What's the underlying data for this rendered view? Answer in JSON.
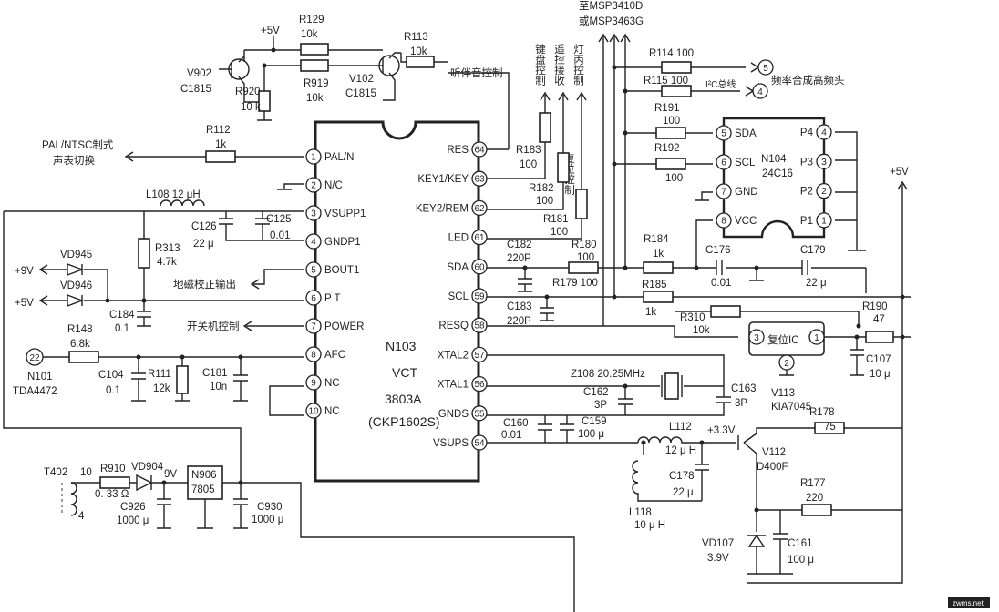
{
  "ic_main": {
    "ref": "N103",
    "line1": "VCT",
    "line2": "3803A",
    "line3": "(CKP1602S)",
    "left_pins": [
      {
        "num": "1",
        "name": "PAL/N"
      },
      {
        "num": "2",
        "name": "N/C"
      },
      {
        "num": "3",
        "name": "VSUPP1"
      },
      {
        "num": "4",
        "name": "GNDP1"
      },
      {
        "num": "5",
        "name": "BOUT1"
      },
      {
        "num": "6",
        "name": "P T"
      },
      {
        "num": "7",
        "name": "POWER"
      },
      {
        "num": "8",
        "name": "AFC"
      },
      {
        "num": "9",
        "name": "NC"
      },
      {
        "num": "10",
        "name": "NC"
      }
    ],
    "right_pins": [
      {
        "num": "64",
        "name": "RES"
      },
      {
        "num": "63",
        "name": "KEY1/KEY"
      },
      {
        "num": "62",
        "name": "KEY2/REM"
      },
      {
        "num": "61",
        "name": "LED"
      },
      {
        "num": "60",
        "name": "SDA"
      },
      {
        "num": "59",
        "name": "SCL"
      },
      {
        "num": "58",
        "name": "RESQ"
      },
      {
        "num": "57",
        "name": "XTAL2"
      },
      {
        "num": "56",
        "name": "XTAL1"
      },
      {
        "num": "55",
        "name": "GNDS"
      },
      {
        "num": "54",
        "name": "VSUPS"
      }
    ]
  },
  "eeprom": {
    "ref": "N104",
    "part": "24C16",
    "left_pins": [
      {
        "num": "5",
        "name": "SDA"
      },
      {
        "num": "6",
        "name": "SCL"
      },
      {
        "num": "7",
        "name": "GND"
      },
      {
        "num": "8",
        "name": "VCC"
      }
    ],
    "right_pins": [
      {
        "num": "4",
        "name": "P4"
      },
      {
        "num": "3",
        "name": "P3"
      },
      {
        "num": "2",
        "name": "P2"
      },
      {
        "num": "1",
        "name": "P1"
      }
    ]
  },
  "reset_ic": {
    "inner": "复位IC",
    "pin_left": "3",
    "pin_right": "1",
    "pin_bottom": "2",
    "ref": "V113",
    "part": "KIA7045"
  },
  "labels": {
    "plus5v_top": "+5V",
    "plus5v_right": "+5V",
    "plus9v": "+9V",
    "minus5v": "+5V",
    "r129": "R129",
    "r129v": "10k",
    "r113": "R113",
    "r113v": "10k",
    "r919": "R919",
    "r919v": "10k",
    "r920": "R920",
    "r920v": "10 k",
    "v902": "V902",
    "v902p": "C1815",
    "v102": "V102",
    "v102p": "C1815",
    "listen": "听伴音控制",
    "r112": "R112",
    "r112v": "1k",
    "pal1": "PAL/NTSC制式",
    "pal2": "声表切换",
    "l108": "L108 12 μH",
    "c126": "C126",
    "c126v": "22 μ",
    "c125": "C125",
    "c125v": "0.01",
    "r313": "R313",
    "r313v": "4.7k",
    "vd945": "VD945",
    "vd946": "VD946",
    "c184": "C184",
    "c184v": "0.1",
    "geo": "地磁校正输出",
    "power": "开关机控制",
    "r148": "R148",
    "r148v": "6.8k",
    "n101_pin": "22",
    "n101": "N101",
    "n101p": "TDA4472",
    "c104": "C104",
    "c104v": "0.1",
    "r111": "R111",
    "r111v": "12k",
    "c181": "C181",
    "c181v": "10n",
    "t402": "T402",
    "t402_10": "10",
    "t402_4": "4",
    "r910": "R910",
    "r910v": "0. 33 Ω",
    "vd904": "VD904",
    "nine_v": "9V",
    "n906": "N906",
    "n906p": "7805",
    "c926": "C926",
    "c926v": "1000 μ",
    "c930": "C930",
    "c930v": "1000 μ",
    "jianpan": "键盘控制",
    "yaokong": "遥控接收",
    "dengpao": "灯丙控制",
    "fuwei": "复位控制",
    "msp1": "至MSP3410D",
    "msp2": "或MSP3463G",
    "r114": "R114 100",
    "r115": "R115 100",
    "i2c": "I²C总线",
    "node5": "5",
    "node4": "4",
    "tuner": "频率合成高频头",
    "r191": "R191",
    "r191v": "100",
    "r192": "R192",
    "r192v": "100",
    "r183": "R183",
    "r183v": "100",
    "r182": "R182",
    "r182v": "100",
    "r181": "R181",
    "r181v": "100",
    "r180": "R180",
    "r180v": "100",
    "r184": "R184",
    "r184v": "1k",
    "r179": "R179 100",
    "r185": "R185",
    "r185v": "1k",
    "c182": "C182",
    "c182v": "220P",
    "c183": "C183",
    "c183v": "220P",
    "c176": "C176",
    "c176v": "0.01",
    "c179": "C179",
    "c179v": "22 μ",
    "r190": "R190",
    "r190v": "47",
    "r310": "R310",
    "r310v": "10k",
    "c107": "C107",
    "c107v": "10 μ",
    "z108": "Z108 20.25MHz",
    "c162": "C162",
    "c162v": "3P",
    "c163": "C163",
    "c163v": "3P",
    "c160": "C160",
    "c160v": "0.01",
    "c159": "C159",
    "c159v": "100 μ",
    "l112": "L112",
    "l112v": "12 μ H",
    "v33": "+3.3V",
    "v112": "V112",
    "v112p": "D400F",
    "r178": "R178",
    "r178v": "75",
    "c178": "C178",
    "c178v": "22 μ",
    "l118": "L118",
    "l118v": "10 μ H",
    "r177": "R177",
    "r177v": "220",
    "vd107": "VD107",
    "vd107v": "3.9V",
    "c161": "C161",
    "c161v": "100 μ",
    "watermark": "zwms.net"
  }
}
